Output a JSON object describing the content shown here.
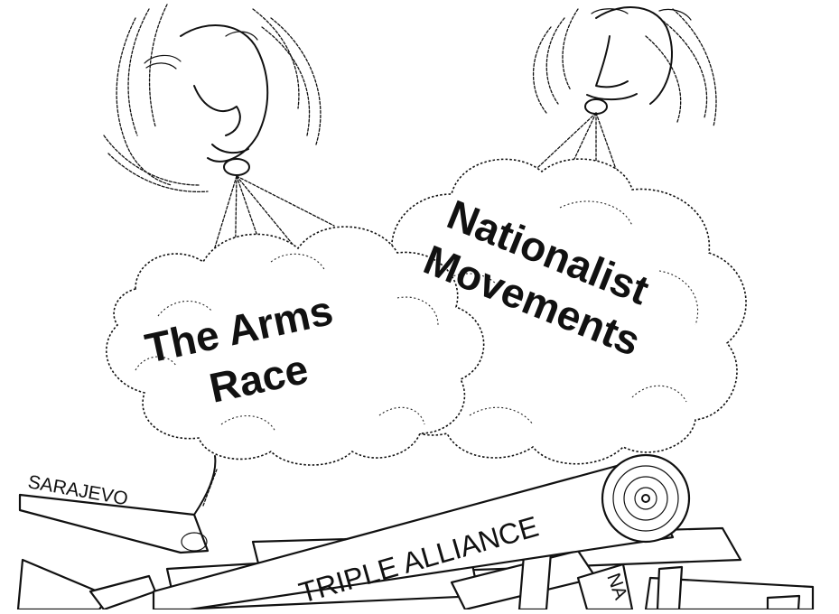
{
  "labels": {
    "cloud_left_line1": "The Arms",
    "cloud_left_line2": "Race",
    "cloud_right_line1": "Nationalist",
    "cloud_right_line2": "Movements",
    "sarajevo": "SARAJEVO",
    "log_main": "TRIPLE ALLIANCE",
    "log_partial": "NA"
  },
  "colors": {
    "ink": "#111111",
    "paper": "#ffffff"
  }
}
